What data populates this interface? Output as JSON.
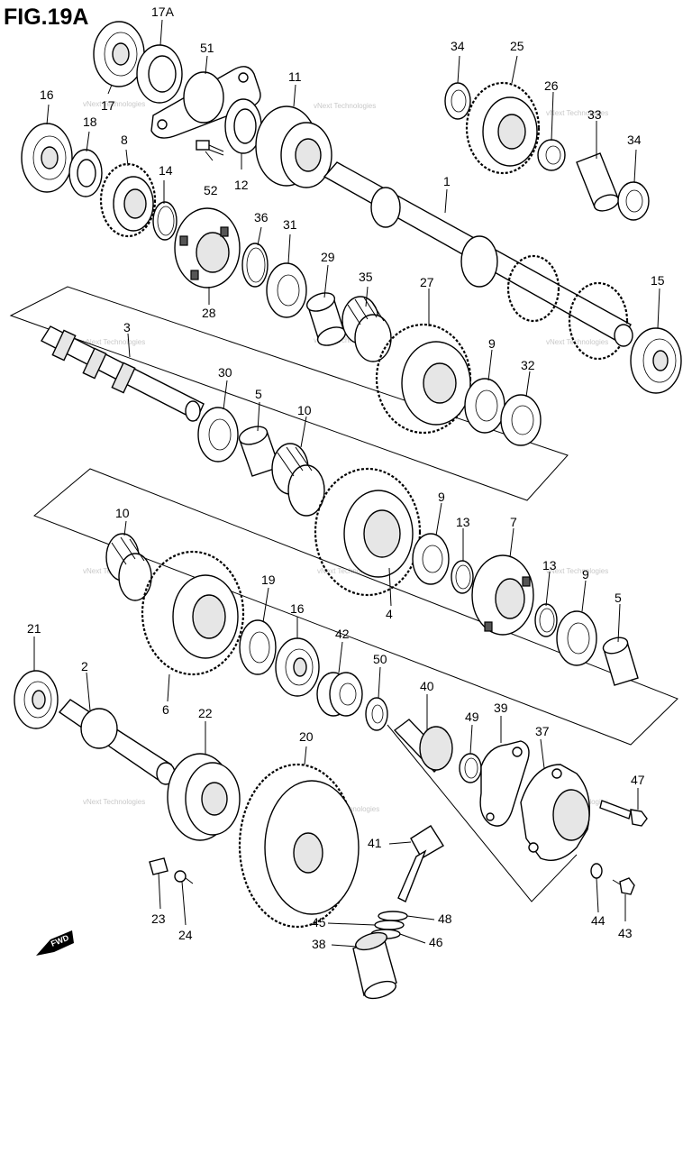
{
  "figure": {
    "title": "FIG.19A",
    "watermark": "vNext Technologies",
    "fwd_label": "FWD"
  },
  "callouts": {
    "p1": "1",
    "p2": "2",
    "p3": "3",
    "p4": "4",
    "p5a": "5",
    "p5b": "5",
    "p6": "6",
    "p7": "7",
    "p8": "8",
    "p9a": "9",
    "p9b": "9",
    "p9c": "9",
    "p10a": "10",
    "p10b": "10",
    "p11": "11",
    "p12": "12",
    "p13a": "13",
    "p13b": "13",
    "p14": "14",
    "p15": "15",
    "p16a": "16",
    "p16b": "16",
    "p17": "17",
    "p17a": "17A",
    "p18": "18",
    "p19": "19",
    "p20": "20",
    "p21": "21",
    "p22": "22",
    "p23": "23",
    "p24": "24",
    "p25": "25",
    "p26": "26",
    "p27": "27",
    "p28": "28",
    "p29": "29",
    "p30": "30",
    "p31": "31",
    "p32": "32",
    "p33": "33",
    "p34a": "34",
    "p34b": "34",
    "p35": "35",
    "p36": "36",
    "p37": "37",
    "p38": "38",
    "p39": "39",
    "p40": "40",
    "p41": "41",
    "p42": "42",
    "p43": "43",
    "p44": "44",
    "p45": "45",
    "p46": "46",
    "p47": "47",
    "p48": "48",
    "p49": "49",
    "p50": "50",
    "p51": "51",
    "p52": "52"
  },
  "colors": {
    "line": "#000000",
    "fill": "#ffffff",
    "shade": "#e6e6e6",
    "watermark": "#c8c8c8"
  }
}
